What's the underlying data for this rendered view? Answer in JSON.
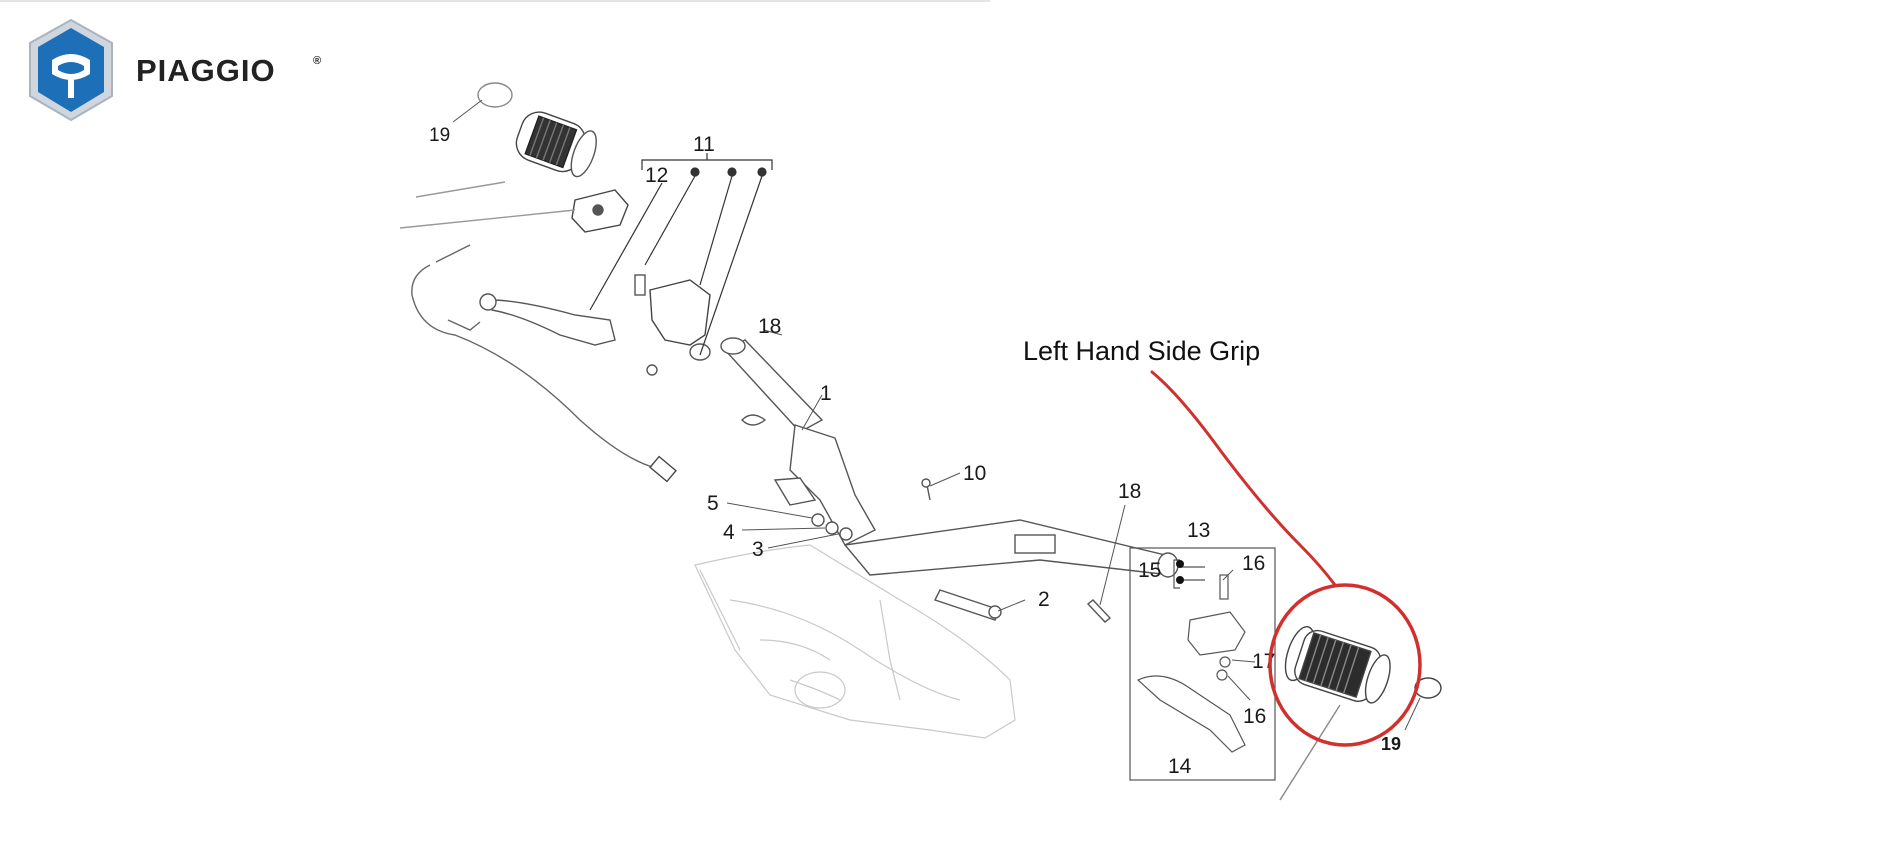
{
  "brand": {
    "name": "PIAGGIO",
    "mark": "®",
    "logo_icon": "piaggio-shield-icon"
  },
  "annotation": {
    "text": "Left Hand Side Grip",
    "color": "#d0312d"
  },
  "part_labels": [
    "19",
    "11",
    "12",
    "18",
    "1",
    "10",
    "5",
    "4",
    "3",
    "18",
    "13",
    "15",
    "16",
    "2",
    "17",
    "16",
    "14",
    "19"
  ],
  "colors": {
    "logo_blue": "#1d6fb8",
    "line": "#555555",
    "faint": "#c9c9c9"
  }
}
